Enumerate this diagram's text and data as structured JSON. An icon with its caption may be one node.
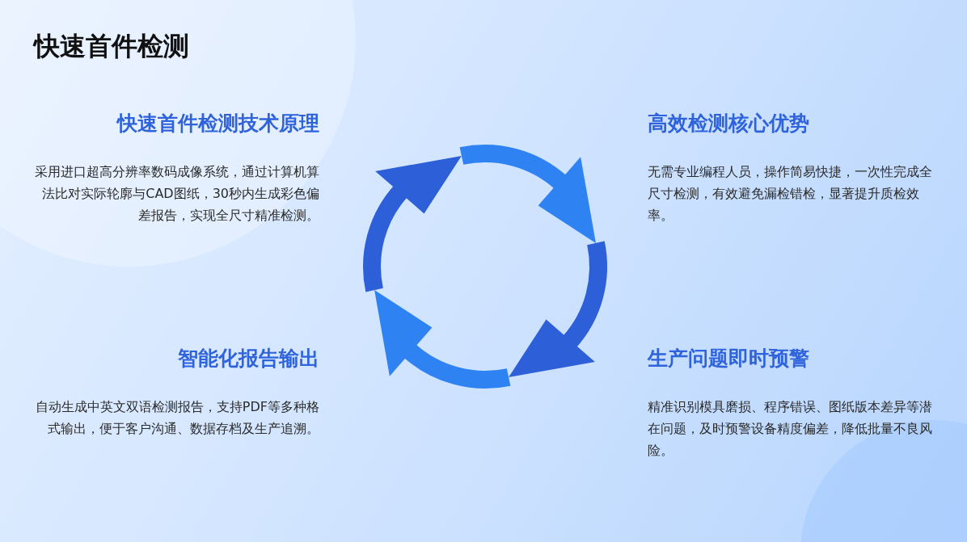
{
  "diagram": {
    "title": "快速首件检测",
    "labels": [
      "快速首件检测技术原理",
      "采用进口超高分辨率数码成像系统，通过计算机算法比对实际轮廓与CAD图纸，30秒内生成彩色偏差报告，实现全尺寸精准检测。",
      "高效检测核心优势",
      "无需专业编程人员，操作简易快捷，一次性完成全尺寸检测，有效避免漏检错检，显著提升质检效率。",
      "智能化报告输出",
      "自动生成中英文双语检测报告，支持PDF等多种格式输出，便于客户沟通、数据存档及生产追溯。",
      "生产问题即时预警",
      "精准识别模具磨损、程序错误、图纸版本差异等潜在问题，及时预警设备精度偏差，降低批量不良风险。"
    ]
  }
}
